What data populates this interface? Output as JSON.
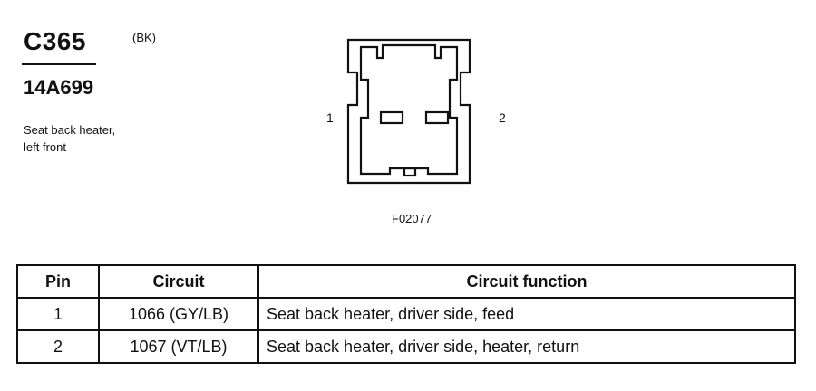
{
  "header": {
    "connector_id": "C365",
    "color_code": "(BK)",
    "part_number": "14A699",
    "description_line1": "Seat back heater,",
    "description_line2": "left front"
  },
  "diagram": {
    "pin_label_1": "1",
    "pin_label_2": "2",
    "figure_code": "F02077"
  },
  "table": {
    "headers": [
      "Pin",
      "Circuit",
      "Circuit function"
    ],
    "rows": [
      {
        "pin": "1",
        "circuit": "1066 (GY/LB)",
        "function": "Seat back heater, driver side, feed"
      },
      {
        "pin": "2",
        "circuit": "1067 (VT/LB)",
        "function": "Seat back heater, driver side, heater, return"
      }
    ]
  }
}
